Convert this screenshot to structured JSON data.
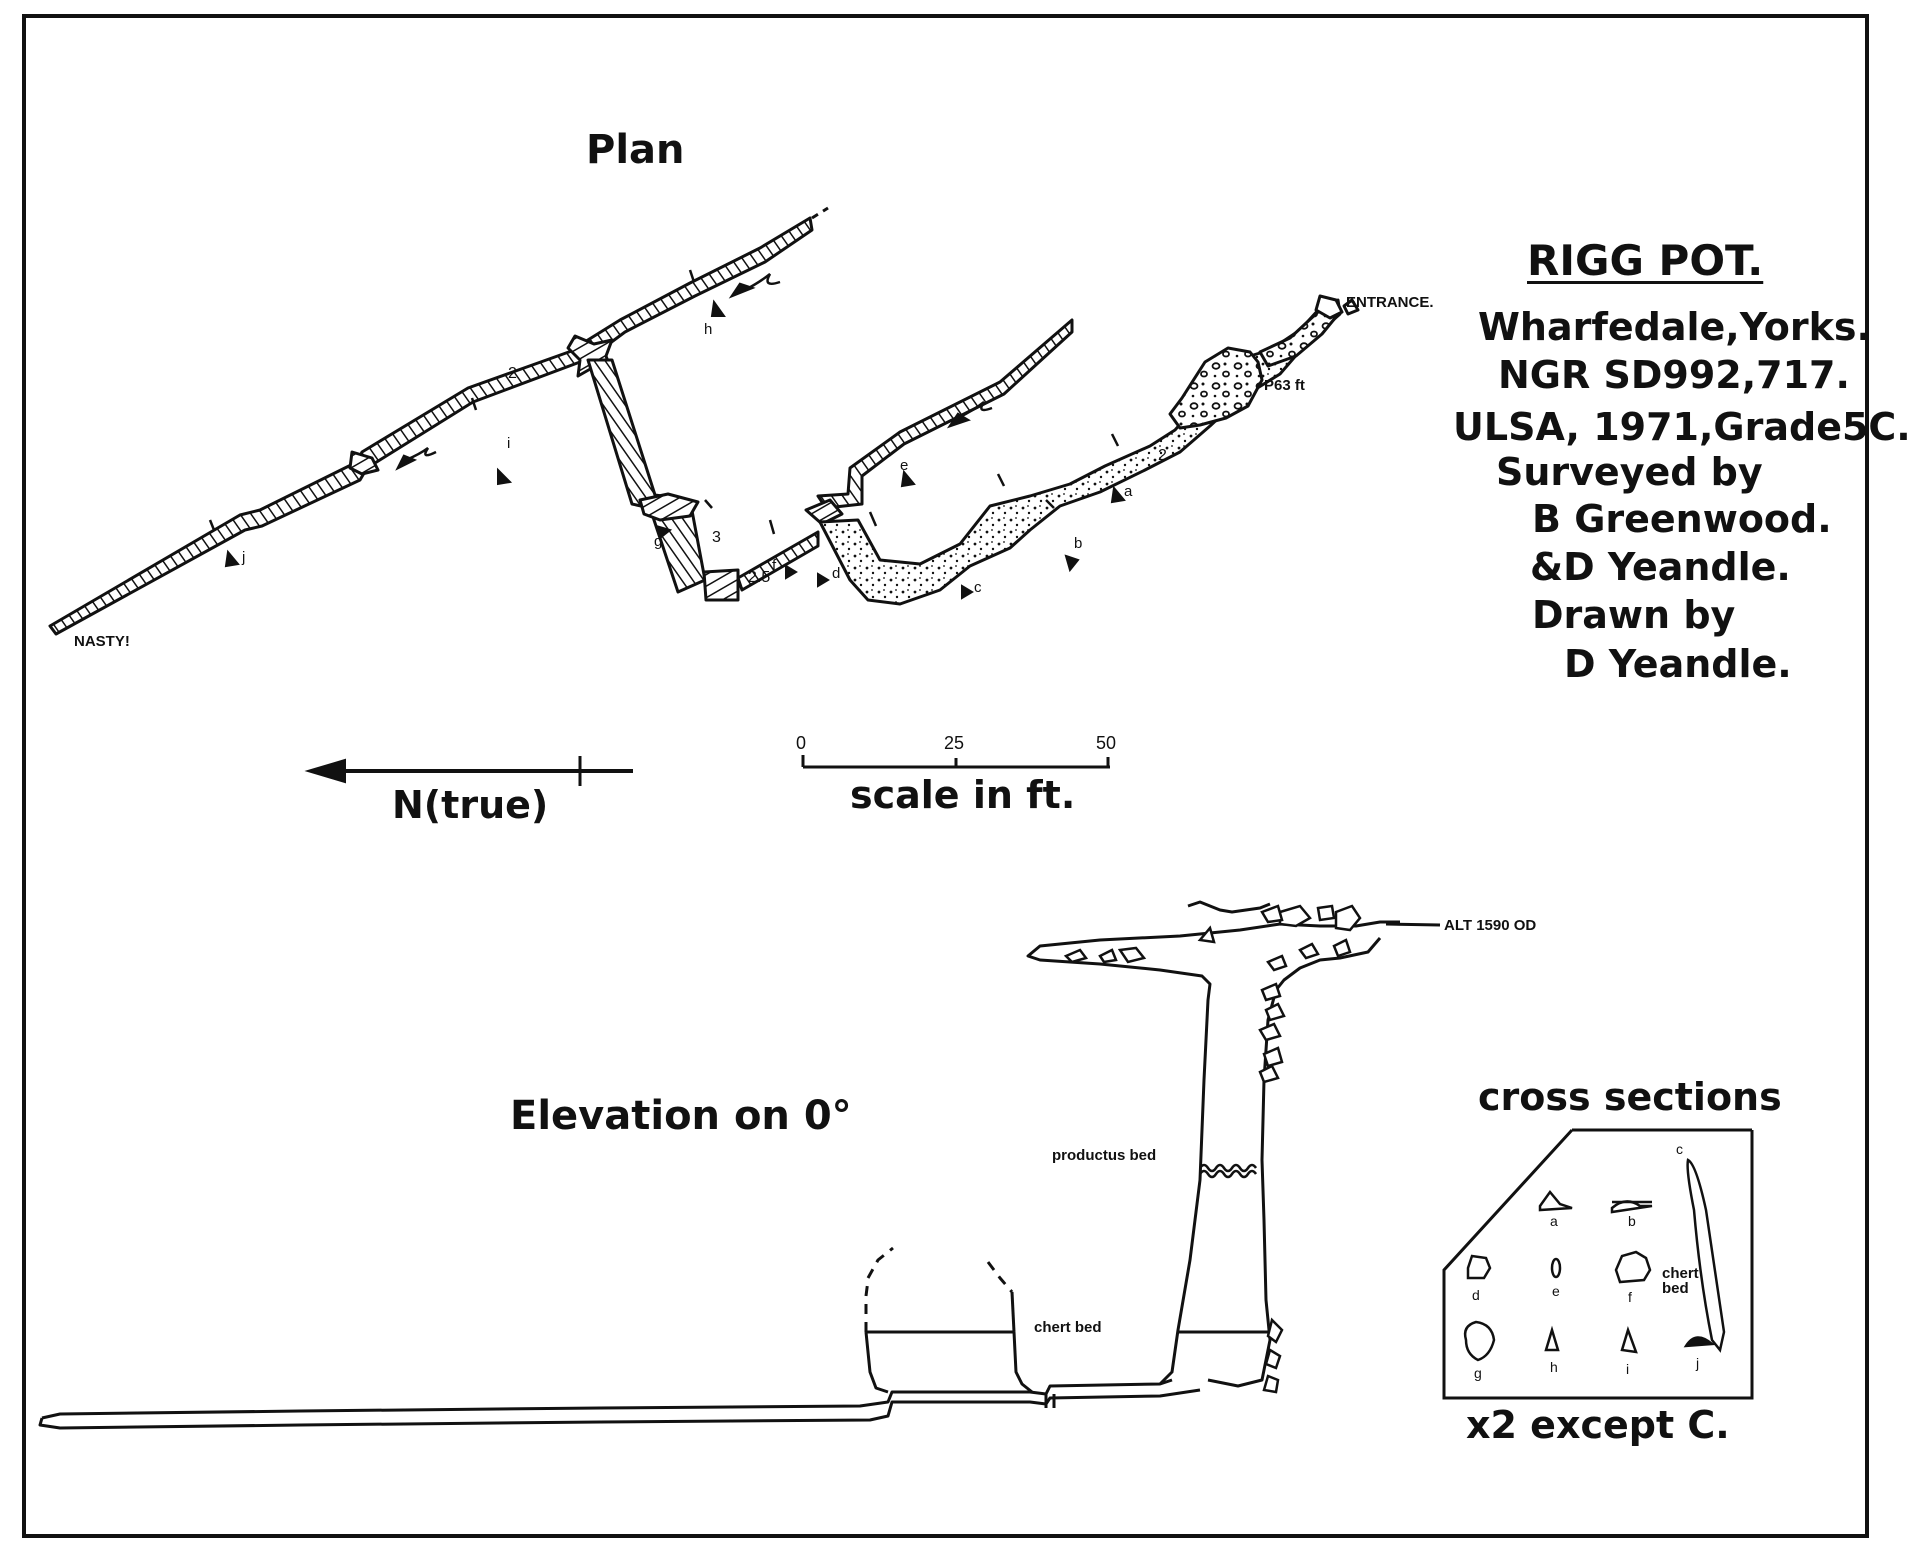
{
  "plan": {
    "title": "Plan",
    "entrance": "ENTRANCE.",
    "pitch": "P63 ft",
    "end": "NASTY!",
    "marks": [
      "h",
      "i",
      "j",
      "e",
      "g",
      "f",
      "d",
      "c",
      "b",
      "a"
    ],
    "slope_nums": [
      "2",
      "2",
      "3",
      "2.5"
    ]
  },
  "info": {
    "title": "RIGG POT.",
    "lines": [
      "Wharfedale,Yorks.",
      "NGR SD992,717.",
      "ULSA, 1971,Grade5C.",
      "Surveyed by",
      "B Greenwood.",
      "&D Yeandle.",
      "Drawn by",
      "D Yeandle."
    ]
  },
  "north": {
    "label": "N(true)"
  },
  "scale": {
    "label": "scale in ft.",
    "ticks": [
      "0",
      "25",
      "50"
    ]
  },
  "elevation": {
    "title": "Elevation on 0°",
    "alt": "ALT 1590 OD",
    "productus": "productus bed",
    "chert": "chert bed"
  },
  "sections": {
    "title": "cross sections",
    "labels": [
      "a",
      "b",
      "c",
      "d",
      "e",
      "f",
      "g",
      "h",
      "i",
      "j"
    ],
    "chert": "chert bed",
    "note": "x2 except C."
  }
}
